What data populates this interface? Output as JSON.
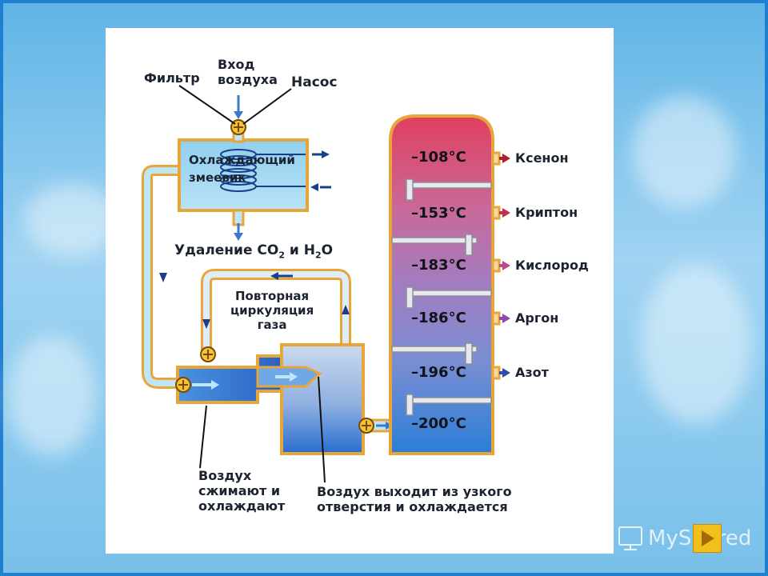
{
  "diagram": {
    "labels": {
      "filter": "Фильтр",
      "air_inlet": "Вход\nвоздуха",
      "pump": "Насос",
      "coil": "Охлаждающий\nзмеевик",
      "removal_main": "Удаление CO",
      "removal_sub1": "2",
      "removal_mid": " и H",
      "removal_sub2": "2",
      "removal_end": "O",
      "recirculation": "Повторная\nциркуляция\nгаза",
      "compress": "Воздух\nсжимают и\nохлаждают",
      "expand": "Воздух выходит из узкого\nотверстия и охлаждается"
    },
    "column": {
      "temperatures": [
        "–108°C",
        "–153°C",
        "–183°C",
        "–186°C",
        "–196°C",
        "–200°C"
      ],
      "products": [
        {
          "name": "Ксенон",
          "color": "#b0202b"
        },
        {
          "name": "Криптон",
          "color": "#c0304a"
        },
        {
          "name": "Кислород",
          "color": "#c04a86"
        },
        {
          "name": "Аргон",
          "color": "#8a4ab0"
        },
        {
          "name": "Азот",
          "color": "#2e4ea8"
        }
      ]
    }
  },
  "branding": {
    "logo_text": "MyShared"
  }
}
